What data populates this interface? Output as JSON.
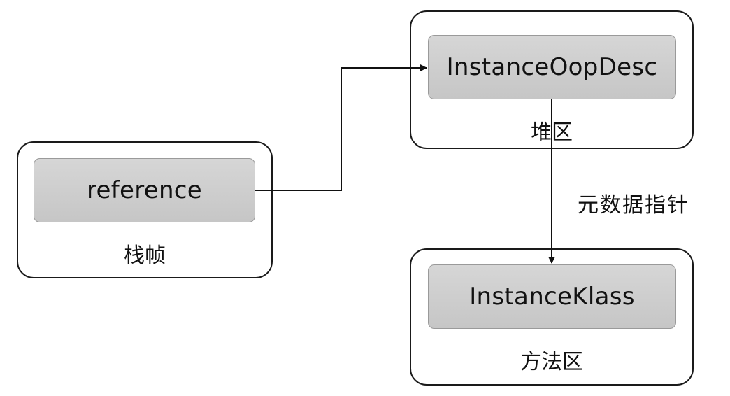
{
  "regions": {
    "stack_frame": {
      "label": "栈帧",
      "node": "reference"
    },
    "heap": {
      "label": "堆区",
      "node": "InstanceOopDesc"
    },
    "method_area": {
      "label": "方法区",
      "node": "InstanceKlass"
    }
  },
  "edges": [
    {
      "from": "reference",
      "to": "InstanceOopDesc",
      "label": ""
    },
    {
      "from": "InstanceOopDesc",
      "to": "InstanceKlass",
      "label": "元数据指针"
    }
  ],
  "colors": {
    "region_border": "#1a1a1a",
    "node_fill": "#cfcfcf",
    "node_border": "#9a9a9a",
    "text": "#111111"
  }
}
